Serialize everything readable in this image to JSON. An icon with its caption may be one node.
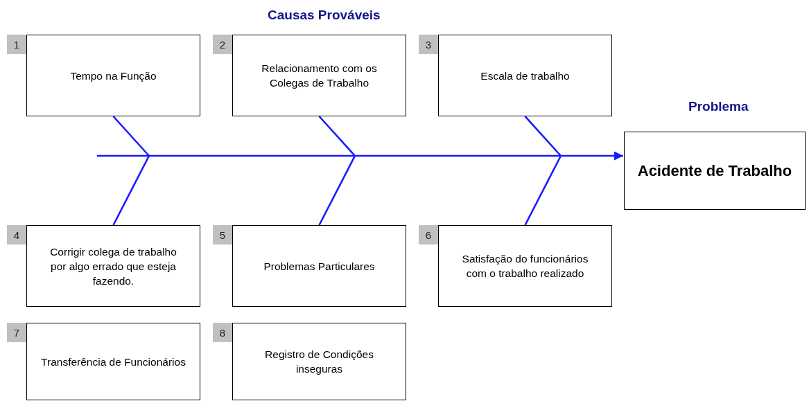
{
  "diagram": {
    "title": "Causas Prováveis",
    "nodes": [
      {
        "text": [
          "Tempo na Função"
        ],
        "beside": [
          "1"
        ]
      },
      {
        "text": [
          "Relacionamento com os Colegas de Trabalho"
        ],
        "beside": [
          "2"
        ]
      },
      {
        "text": [
          "Escala de trabalho"
        ],
        "beside": [
          "3"
        ]
      },
      {
        "text": [
          "Problema",
          "Acidente de Trabalho"
        ]
      },
      {
        "text": [
          "Corrigir colega de trabalho por algo errado que esteja fazendo."
        ],
        "beside": [
          "4"
        ]
      },
      {
        "text": [
          "Problemas Particulares"
        ],
        "beside": [
          "5"
        ]
      },
      {
        "text": [
          "Satisfação do funcionários com o trabalho realizado"
        ],
        "beside": [
          "6"
        ]
      },
      {
        "text": [
          "Transferência de Funcionários"
        ],
        "beside": [
          "7"
        ]
      },
      {
        "text": [
          "Registro de Condições inseguras"
        ],
        "beside": [
          "8"
        ]
      }
    ],
    "edges": [
      {
        "from": null,
        "to": 3,
        "arrow": "to"
      },
      {
        "from": 0,
        "to": null,
        "arrow": "none"
      },
      {
        "from": 4,
        "to": null,
        "arrow": "none"
      },
      {
        "from": 1,
        "to": null,
        "arrow": "none"
      },
      {
        "from": 5,
        "to": null,
        "arrow": "none"
      },
      {
        "from": 2,
        "to": null,
        "arrow": "none"
      },
      {
        "from": 6,
        "to": null,
        "arrow": "none"
      }
    ]
  }
}
